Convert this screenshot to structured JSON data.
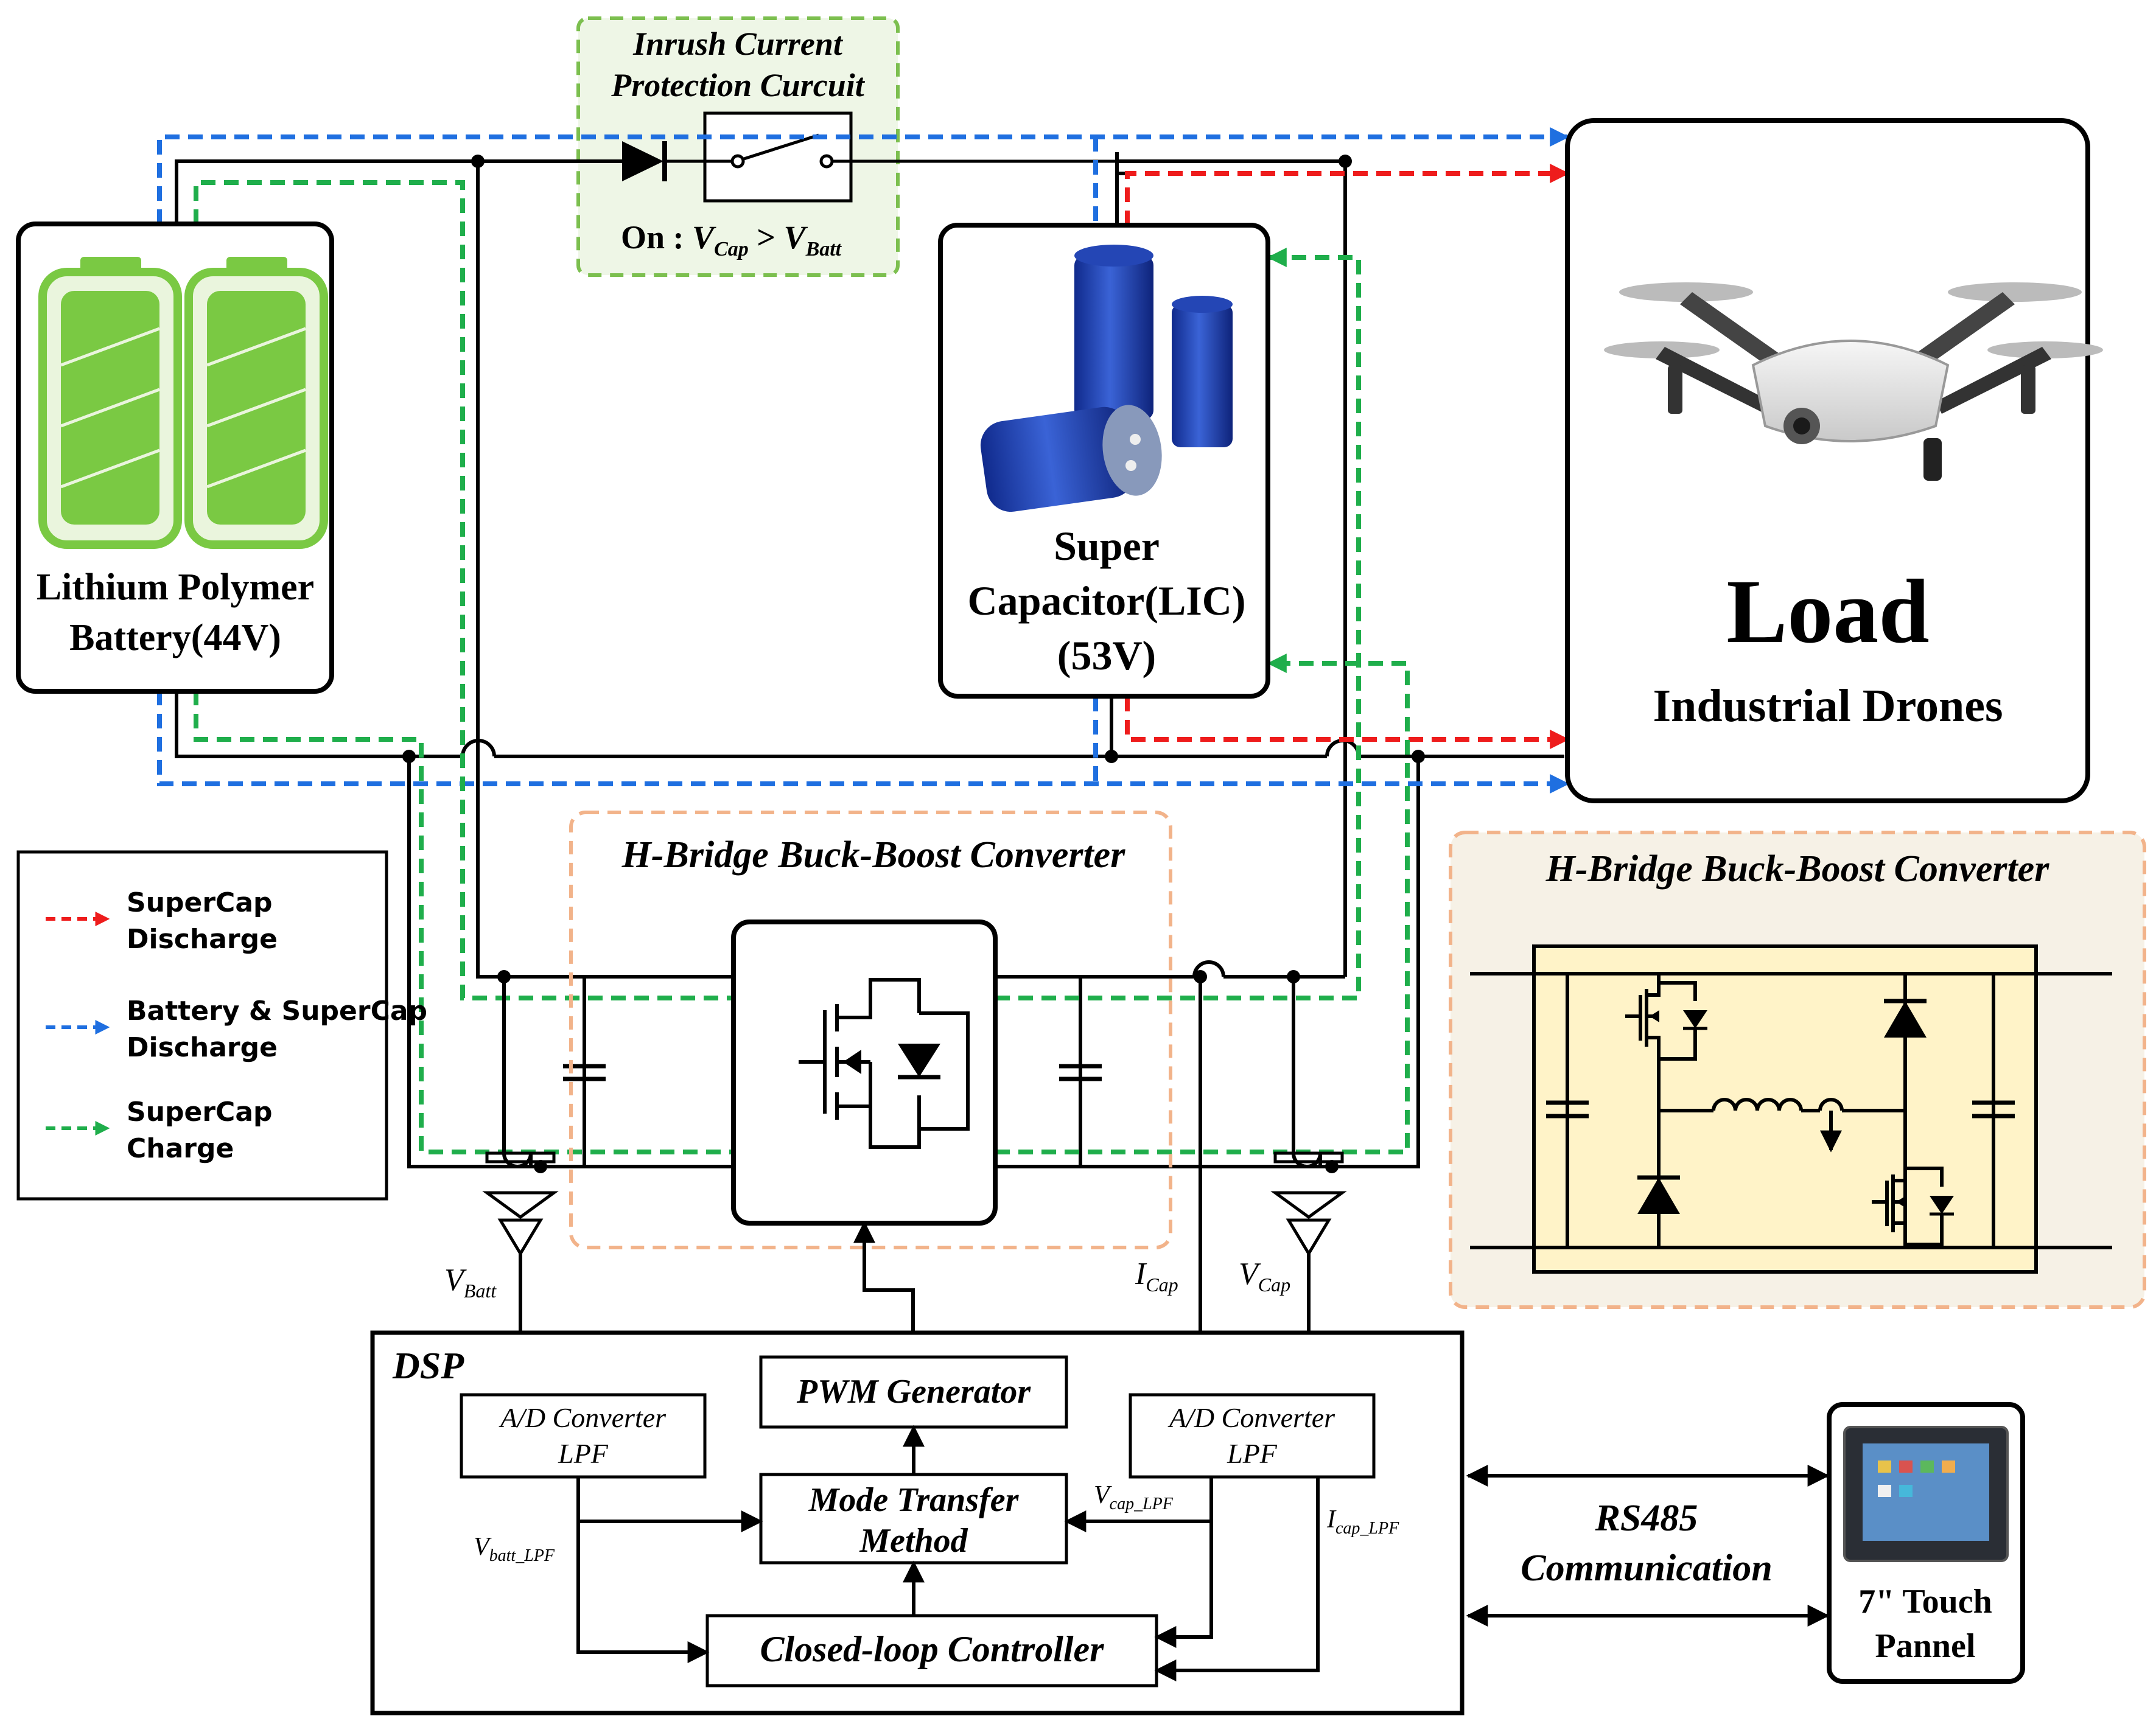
{
  "colors": {
    "supercap_discharge": "#ee1c1c",
    "battery_supercap_discharge": "#1f6fe0",
    "supercap_charge": "#1fae4b",
    "converter_border": "#f2b38a",
    "inrush_border": "#7cbf4f",
    "battery_green": "#7ac943"
  },
  "inrush": {
    "title_line1": "Inrush Current",
    "title_line2": "Protection Curcuit",
    "cond_on": "On : ",
    "cond_v1": "V",
    "cond_sub1": "Cap",
    "cond_gt": " > ",
    "cond_v2": "V",
    "cond_sub2": "Batt"
  },
  "battery": {
    "label_line1": "Lithium Polymer",
    "label_line2": "Battery(44V)",
    "icon": "battery-icon"
  },
  "supercap": {
    "label_line1": "Super",
    "label_line2": "Capacitor(LIC)",
    "label_line3": "(53V)",
    "icon": "capacitor-photo-icon"
  },
  "load": {
    "title": "Load",
    "subtitle": "Industrial Drones",
    "icon": "drone-icon"
  },
  "legend": {
    "items": [
      {
        "line1": "SuperCap",
        "line2": "Discharge",
        "color": "#ee1c1c"
      },
      {
        "line1": "Battery  & SuperCap",
        "line2": "Discharge",
        "color": "#1f6fe0"
      },
      {
        "line1": "SuperCap",
        "line2": "Charge",
        "color": "#1fae4b"
      }
    ]
  },
  "converter": {
    "title": "H-Bridge Buck-Boost Converter",
    "detail_title": "H-Bridge Buck-Boost Converter"
  },
  "sensors": {
    "vbatt": {
      "v": "V",
      "sub": "Batt"
    },
    "icap": {
      "v": "I",
      "sub": "Cap"
    },
    "vcap": {
      "v": "V",
      "sub": "Cap"
    }
  },
  "dsp": {
    "title": "DSP",
    "adc_left_line1": "A/D Converter",
    "adc_left_line2": "LPF",
    "adc_right_line1": "A/D Converter",
    "adc_right_line2": "LPF",
    "pwm": "PWM Generator",
    "mode_line1": "Mode Transfer",
    "mode_line2": "Method",
    "controller": "Closed-loop Controller",
    "vbatt_lpf": {
      "v": "V",
      "sub": "batt_LPF"
    },
    "vcap_lpf": {
      "v": "V",
      "sub": "cap_LPF"
    },
    "icap_lpf": {
      "v": "I",
      "sub": "cap_LPF"
    }
  },
  "comm": {
    "line1": "RS485",
    "line2": "Communication"
  },
  "touch": {
    "line1": "7\" Touch",
    "line2": "Pannel",
    "icon": "touch-panel-icon"
  }
}
